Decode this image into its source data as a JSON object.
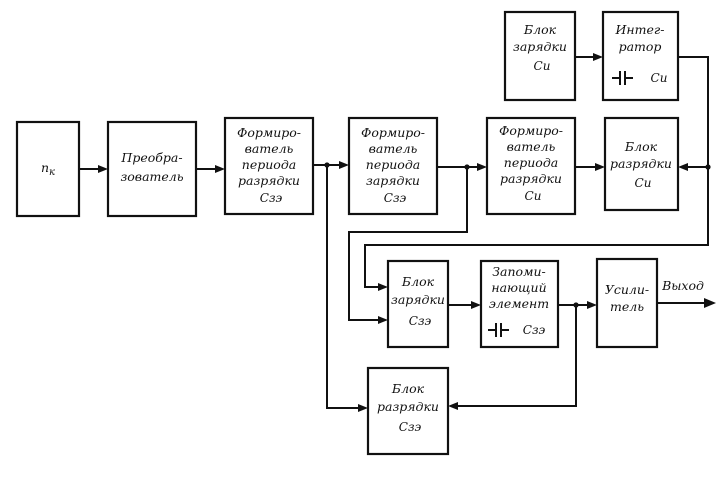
{
  "blocks": {
    "input": {
      "lines": [
        "n",
        "к"
      ]
    },
    "converter": {
      "lines": [
        "Преобра-",
        "зователь"
      ]
    },
    "former_discharge": {
      "lines": [
        "Формиро-",
        "ватель",
        "периода",
        "разрядки",
        "Cзэ"
      ]
    },
    "former_charge": {
      "lines": [
        "Формиро-",
        "ватель",
        "периода",
        "зарядки",
        "Cзэ"
      ]
    },
    "former_discharge_i": {
      "lines": [
        "Формиро-",
        "ватель",
        "периода",
        "разрядки",
        "Cи"
      ]
    },
    "charge_i": {
      "lines": [
        "Блок",
        "зарядки",
        "Cи"
      ]
    },
    "integrator": {
      "lines": [
        "Интег-",
        "ратор",
        "Cи"
      ]
    },
    "discharge_i": {
      "lines": [
        "Блок",
        "разрядки",
        "Cи"
      ]
    },
    "charge_ze": {
      "lines": [
        "Блок",
        "зарядки",
        "Cзэ"
      ]
    },
    "memory": {
      "lines": [
        "Запоми-",
        "нающий",
        "элемент",
        "Cзэ"
      ]
    },
    "amplifier": {
      "lines": [
        "Усили-",
        "тель"
      ]
    },
    "discharge_ze": {
      "lines": [
        "Блок",
        "разрядки",
        "Cзэ"
      ]
    }
  },
  "output_label": "Выход"
}
